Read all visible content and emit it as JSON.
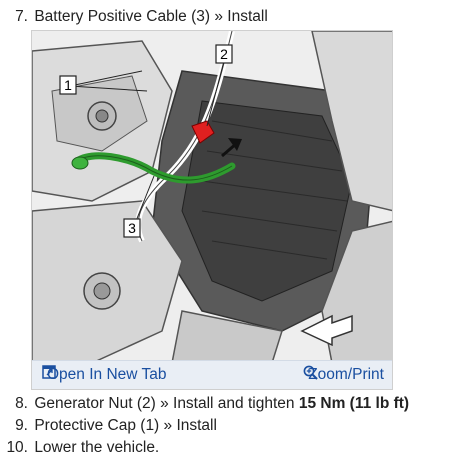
{
  "steps": [
    {
      "num": "7.",
      "text": "Battery Positive Cable (3) » Install"
    },
    {
      "num": "8.",
      "text_before": "Generator Nut (2) » Install and tighten ",
      "bold": "15 Nm (11 lb ft)"
    },
    {
      "num": "9.",
      "text": "Protective Cap (1) » Install"
    },
    {
      "num": "10.",
      "text": "Lower the vehicle."
    }
  ],
  "figure": {
    "callouts": [
      "1",
      "2",
      "3"
    ],
    "toolbar": {
      "open_label": "Open In New Tab",
      "open_icon": "open-new-tab-icon",
      "zoom_label": "Zoom/Print",
      "zoom_icon": "zoom-magnifier-icon"
    }
  },
  "colors": {
    "link": "#1a4fa0",
    "cable_green": "#2e9b2e",
    "cap_red": "#e02020"
  }
}
